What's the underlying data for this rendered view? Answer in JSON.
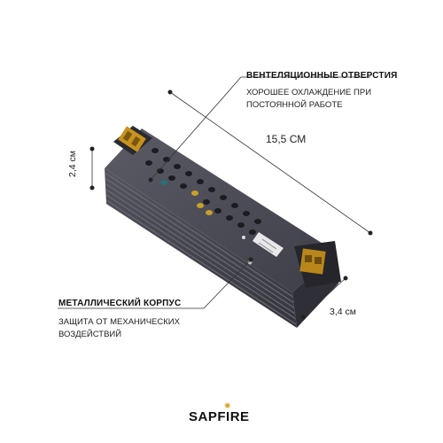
{
  "callouts": {
    "vents": {
      "title": "ВЕНТЕЛЯЦИОННЫЕ ОТВЕРСТИЯ",
      "text": [
        "ХОРОШЕЕ ОХЛАЖДЕНИЕ ПРИ",
        "ПОСТОЯННОЙ РАБОТЕ"
      ]
    },
    "housing": {
      "title": "МЕТАЛЛИЧЕСКИЙ КОРПУС",
      "text": [
        "ЗАЩИТА ОТ МЕХАНИЧЕСКИХ",
        "ВОЗДЕЙСТВИЙ"
      ]
    }
  },
  "dimensions": {
    "length": "15,5 СМ",
    "height": "2,4 см",
    "width": "3,4 см"
  },
  "brand": {
    "prefix": "SAPF",
    "i_letter": "I",
    "suffix": "RE"
  },
  "colors": {
    "housing": "#4a4a55",
    "terminal": "#c8921e",
    "vent_yellow": "#c9a02a",
    "text": "#222222"
  }
}
